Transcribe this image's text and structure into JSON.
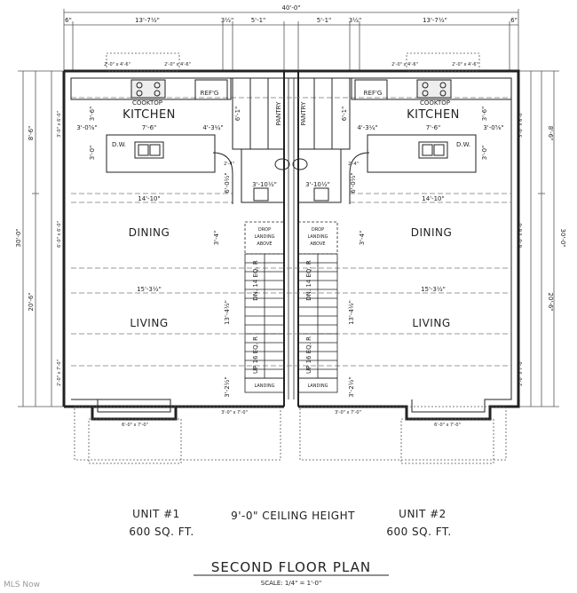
{
  "overall_width": "40'-0\"",
  "top_dims": [
    "6\"",
    "13'-7½\"",
    "3½\"",
    "5'-1\"",
    "5'-1\"",
    "3½\"",
    "13'-7½\"",
    "6\""
  ],
  "side_dims": {
    "total": "30'-0\"",
    "upper": "8'-6\"",
    "lower": "20'-6\""
  },
  "unit1": {
    "kitchen": "KITCHEN",
    "cooktop": "COOKTOP",
    "refg": "REF'G",
    "pantry": "PANTRY",
    "dw": "D.W.",
    "dining": "DINING",
    "living": "LIVING",
    "window_top_a": "2'-0\" x 4'-6\"",
    "window_top_b": "2'-0\" x 4'-6\"",
    "window_bottom": "6'-0\" x 7'-0\"",
    "door_bottom": "3'-0\" x 7'-0\"",
    "side_window_a": "3'-0\" x 6'-0\"",
    "side_window_b": "6'-0\" x 6'-0\"",
    "side_window_c": "2'-0\" x 7'-0\"",
    "d_3_6": "3'-6\"",
    "d_3_0_5_8": "3'-0⅝\"",
    "d_7_6": "7'-6\"",
    "d_4_3_1_4": "4'-3¼\"",
    "d_3_0": "3'-0\"",
    "d_6_1": "6'-1\"",
    "d_2_4": "2'-4\"",
    "d_6_0_1_2": "6'-0½\"",
    "d_3_10_1_2": "3'-10½\"",
    "d_14_10": "14'-10\"",
    "d_3_4": "3'-4\"",
    "d_15_3_1_2": "15'-3½\"",
    "d_13_4_1_2": "13'-4½\"",
    "d_3_2_1_2": "3'-2½\"",
    "drop_landing": [
      "DROP",
      "LANDING",
      "ABOVE"
    ],
    "stairs_dn": "DN. 14 EQ. R",
    "stairs_up": "UP 16 EQ. R",
    "landing": "LANDING"
  },
  "unit2": {
    "kitchen": "KITCHEN",
    "cooktop": "COOKTOP",
    "refg": "REF'G",
    "pantry": "PANTRY",
    "dw": "D.W.",
    "dining": "DINING",
    "living": "LIVING",
    "window_top_a": "2'-0\" x 4'-6\"",
    "window_top_b": "2'-0\" x 4'-6\"",
    "window_bottom": "6'-0\" x 7'-0\"",
    "door_bottom": "3'-0\" x 7'-0\"",
    "side_window_a": "3'-0\" x 6'-0\"",
    "side_window_b": "6'-0\" x 6'-0\"",
    "side_window_c": "2'-0\" x 7'-0\"",
    "d_3_6": "3'-6\"",
    "d_3_0_5_8": "3'-0⅝\"",
    "d_7_6": "7'-6\"",
    "d_4_3_1_4": "4'-3¼\"",
    "d_3_0": "3'-0\"",
    "d_6_1": "6'-1\"",
    "d_2_4": "2'-4\"",
    "d_6_0_1_2": "6'-0½\"",
    "d_3_10_1_2": "3'-10½\"",
    "d_14_10": "14'-10\"",
    "d_3_4": "3'-4\"",
    "d_15_3_1_2": "15'-3½\"",
    "d_13_4_1_2": "13'-4½\"",
    "d_3_2_1_2": "3'-2½\"",
    "drop_landing": [
      "DROP",
      "LANDING",
      "ABOVE"
    ],
    "stairs_dn": "DN. 14 EQ. R",
    "stairs_up": "UP 16 EQ. R",
    "landing": "LANDING"
  },
  "footer": {
    "unit1_label": "UNIT #1",
    "unit1_area": "600 SQ. FT.",
    "ceiling": "9'-0\" CEILING HEIGHT",
    "unit2_label": "UNIT #2",
    "unit2_area": "600 SQ. FT.",
    "title": "SECOND FLOOR PLAN",
    "scale": "SCALE: 1/4\" = 1'-0\""
  },
  "watermark": "MLS Now"
}
